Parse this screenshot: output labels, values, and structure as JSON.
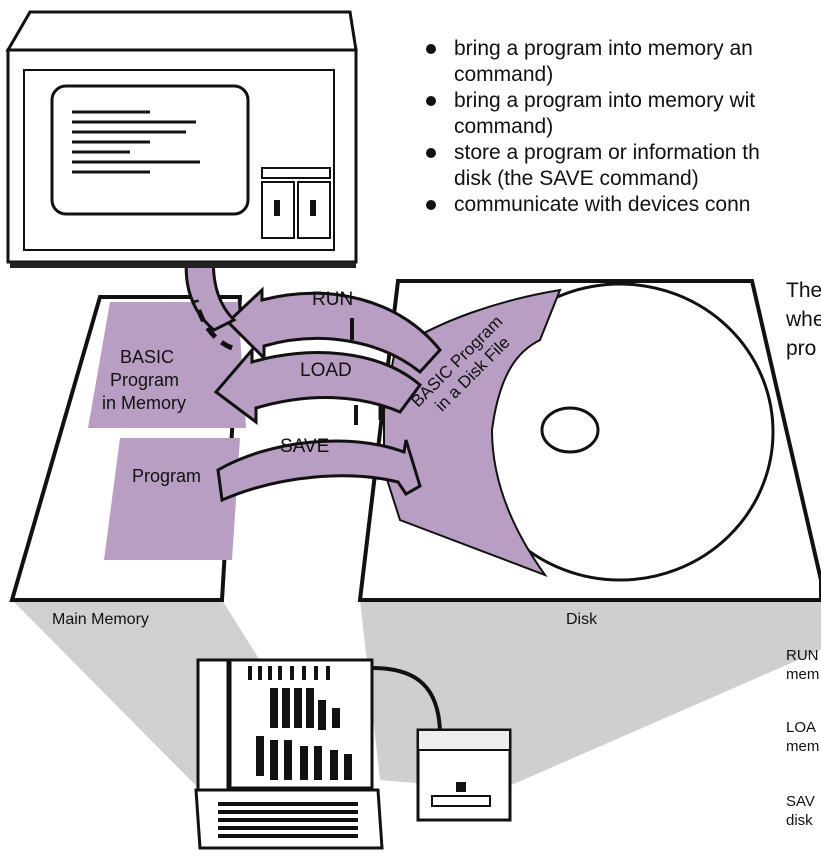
{
  "bullets": [
    {
      "line1": "bring a program into memory an",
      "line2": "command)"
    },
    {
      "line1": "bring a program into memory wit",
      "line2": "command)"
    },
    {
      "line1": "store a program or information th",
      "line2": "disk (the SAVE command)"
    },
    {
      "line1": "communicate with devices conn",
      "line2": ""
    }
  ],
  "side_text": [
    "The",
    "whe",
    "pro"
  ],
  "diagram": {
    "run": "RUN",
    "load": "LOAD",
    "save": "SAVE",
    "basic_memory": [
      "BASIC",
      "Program",
      "in Memory"
    ],
    "program": "Program",
    "disk_file": [
      "BASIC Program",
      "in a Disk File"
    ],
    "main_memory": "Main Memory",
    "disk": "Disk"
  },
  "legend": [
    {
      "line1": "RUN",
      "line2": "mem"
    },
    {
      "line1": "LOA",
      "line2": "mem"
    },
    {
      "line1": "SAV",
      "line2": "disk"
    }
  ],
  "colors": {
    "purple": "#b99ec4",
    "gray": "#c8c8c8",
    "ink": "#111111"
  }
}
